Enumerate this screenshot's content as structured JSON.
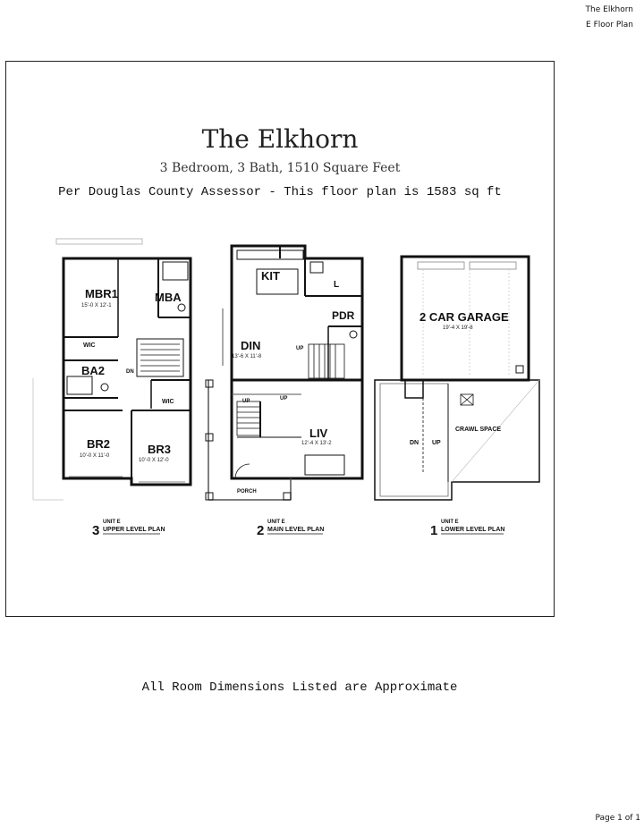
{
  "header": {
    "line1": "The Elkhorn",
    "line2": "E Floor Plan"
  },
  "plan": {
    "title": "The Elkhorn",
    "subtitle": "3 Bedroom,  3 Bath, 1510 Square Feet",
    "assessor_note": "Per Douglas County Assessor - This floor plan is 1583 sq ft"
  },
  "levels": [
    {
      "number": "3",
      "unit": "UNIT E",
      "name": "UPPER LEVEL PLAN",
      "rooms": [
        {
          "label": "MBR1",
          "dims": "15'-0 X 12'-1"
        },
        {
          "label": "MBA",
          "dims": ""
        },
        {
          "label": "WIC",
          "dims": ""
        },
        {
          "label": "BA2",
          "dims": ""
        },
        {
          "label": "DN",
          "dims": ""
        },
        {
          "label": "WIC",
          "dims": ""
        },
        {
          "label": "BR2",
          "dims": "10'-0 X 11'-0"
        },
        {
          "label": "BR3",
          "dims": "10'-0 X 12'-0"
        }
      ]
    },
    {
      "number": "2",
      "unit": "UNIT E",
      "name": "MAIN LEVEL PLAN",
      "rooms": [
        {
          "label": "KIT",
          "dims": ""
        },
        {
          "label": "L",
          "dims": ""
        },
        {
          "label": "PDR",
          "dims": ""
        },
        {
          "label": "DIN",
          "dims": "13'-6 X 11'-8"
        },
        {
          "label": "UP",
          "dims": ""
        },
        {
          "label": "UP",
          "dims": ""
        },
        {
          "label": "UP",
          "dims": ""
        },
        {
          "label": "LIV",
          "dims": "12'-4 X 13'-2"
        },
        {
          "label": "PORCH",
          "dims": ""
        }
      ]
    },
    {
      "number": "1",
      "unit": "UNIT E",
      "name": "LOWER LEVEL PLAN",
      "rooms": [
        {
          "label": "2 CAR GARAGE",
          "dims": "19'-4 X 19'-8"
        },
        {
          "label": "DN",
          "dims": ""
        },
        {
          "label": "UP",
          "dims": ""
        },
        {
          "label": "CRAWL SPACE",
          "dims": ""
        }
      ]
    }
  ],
  "footer": {
    "approx_note": "All Room Dimensions Listed are Approximate",
    "page": "Page 1 of 1"
  }
}
